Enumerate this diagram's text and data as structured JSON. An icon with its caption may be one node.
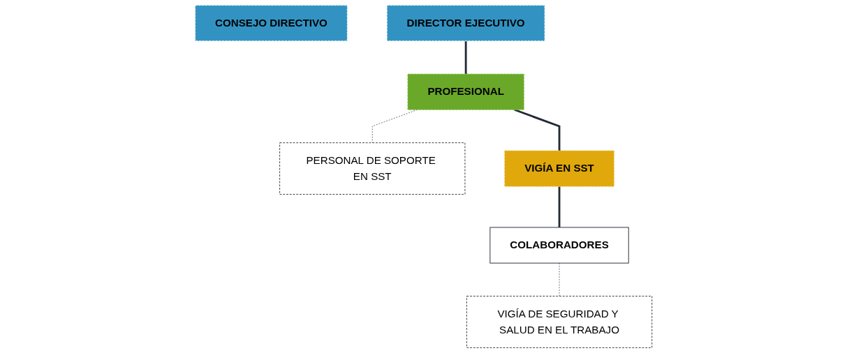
{
  "diagram": {
    "nodes": [
      {
        "text": [
          "CONSEJO DIRECTIVO"
        ]
      },
      {
        "text": [
          "DIRECTOR EJECUTIVO"
        ]
      },
      {
        "text": [
          "VIGÍA DE SEGURIDAD Y SALUD EN EL TRABAJO"
        ]
      },
      {
        "text": [
          "PROFESIONAL"
        ]
      },
      {
        "text": [
          "PERSONAL DE SOPORTE EN SST"
        ]
      },
      {
        "text": [
          "VIGÍA EN SST"
        ]
      },
      {
        "text": [
          "COLABORADORES"
        ]
      }
    ],
    "edges": [
      {
        "from": 1,
        "to": 3,
        "arrow": "none"
      },
      {
        "from": 3,
        "to": 4,
        "arrow": "none",
        "style": "dashed"
      },
      {
        "from": 3,
        "to": 5,
        "arrow": "none"
      },
      {
        "from": 5,
        "to": 6,
        "arrow": "none"
      },
      {
        "from": 6,
        "to": 2,
        "arrow": "none",
        "style": "dashed"
      }
    ]
  }
}
